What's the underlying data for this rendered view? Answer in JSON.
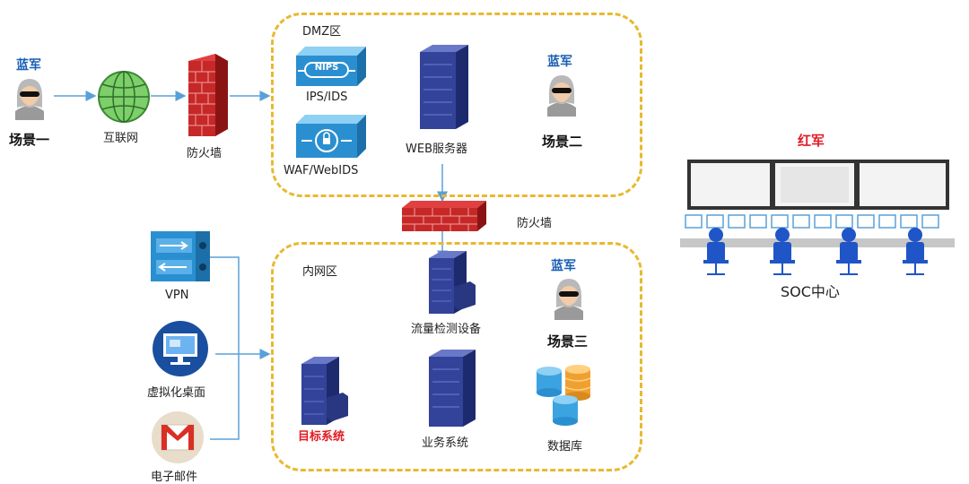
{
  "zones": {
    "dmz": "DMZ区",
    "intranet": "内网区"
  },
  "scenarios": {
    "s1": {
      "team": "蓝军",
      "name": "场景一"
    },
    "s2": {
      "team": "蓝军",
      "name": "场景二"
    },
    "s3": {
      "team": "蓝军",
      "name": "场景三"
    }
  },
  "nodes": {
    "internet": "互联网",
    "firewall_left": "防火墙",
    "ips": "IPS/IDS",
    "ips_badge": "NIPS",
    "waf": "WAF/WebIDS",
    "web_server": "WEB服务器",
    "firewall_mid": "防火墙",
    "vpn": "VPN",
    "vdesktop": "虚拟化桌面",
    "email": "电子邮件",
    "traffic": "流量检测设备",
    "target": "目标系统",
    "business": "业务系统",
    "database": "数据库"
  },
  "soc": {
    "team": "红军",
    "name": "SOC中心"
  },
  "colors": {
    "zone_border": "#e8b930",
    "blue_team": "#1a5fb4",
    "red_team": "#e01b24",
    "link": "#5aa0d8"
  }
}
